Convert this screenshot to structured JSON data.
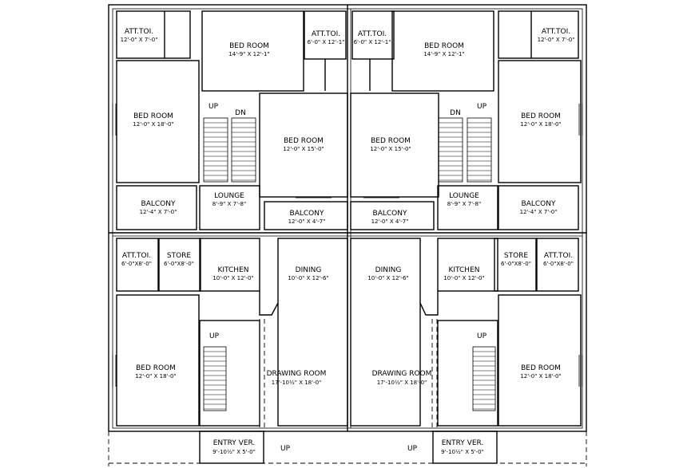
{
  "plan": {
    "rooms": [
      {
        "id": "r1",
        "name": "ATT.TOI.",
        "dim": "12'-0\" X 7'-0\""
      },
      {
        "id": "r2",
        "name": "BED ROOM",
        "dim": "14'-9\" X 12'-1\""
      },
      {
        "id": "r3",
        "name": "ATT.TOI.",
        "dim": "6'-0\" X 12'-1\""
      },
      {
        "id": "r4",
        "name": "ATT.TOI.",
        "dim": "6'-0\" X 12'-1\""
      },
      {
        "id": "r5",
        "name": "BED ROOM",
        "dim": "14'-9\" X 12'-1\""
      },
      {
        "id": "r6",
        "name": "ATT.TOI.",
        "dim": "12'-0\" X 7'-0\""
      },
      {
        "id": "r7",
        "name": "BED ROOM",
        "dim": "12'-0\" X 18'-0\""
      },
      {
        "id": "r8",
        "name": "BED ROOM",
        "dim": "12'-0\" X 15'-0\""
      },
      {
        "id": "r9",
        "name": "BED ROOM",
        "dim": "12'-0\" X 15'-0\""
      },
      {
        "id": "r10",
        "name": "BED ROOM",
        "dim": "12'-0\" X 18'-0\""
      },
      {
        "id": "r11",
        "name": "BALCONY",
        "dim": "12'-4\" X 7'-0\""
      },
      {
        "id": "r12",
        "name": "LOUNGE",
        "dim": "8'-9\" X 7'-8\""
      },
      {
        "id": "r13",
        "name": "BALCONY",
        "dim": "12'-0\" X 4'-7\""
      },
      {
        "id": "r14",
        "name": "BALCONY",
        "dim": "12'-0\" X 4'-7\""
      },
      {
        "id": "r15",
        "name": "LOUNGE",
        "dim": "8'-9\" X 7'-8\""
      },
      {
        "id": "r16",
        "name": "BALCONY",
        "dim": "12'-4\" X 7'-0\""
      },
      {
        "id": "r17",
        "name": "ATT.TOI.",
        "dim": "6'-0\"X8'-0\""
      },
      {
        "id": "r18",
        "name": "STORE",
        "dim": "6'-0\"X8'-0\""
      },
      {
        "id": "r19",
        "name": "KITCHEN",
        "dim": "10'-0\" X 12'-0\""
      },
      {
        "id": "r20",
        "name": "DINING",
        "dim": "10'-0\" X 12'-6\""
      },
      {
        "id": "r21",
        "name": "DINING",
        "dim": "10'-0\" X 12'-6\""
      },
      {
        "id": "r22",
        "name": "KITCHEN",
        "dim": "10'-0\" X 12'-0\""
      },
      {
        "id": "r23",
        "name": "STORE",
        "dim": "6'-0\"X8'-0\""
      },
      {
        "id": "r24",
        "name": "ATT.TOI.",
        "dim": "6'-0\"X8'-0\""
      },
      {
        "id": "r25",
        "name": "BED ROOM",
        "dim": "12'-0\" X 18'-0\""
      },
      {
        "id": "r26",
        "name": "DRAWING ROOM",
        "dim": "17'-10½\" X 18'-0\""
      },
      {
        "id": "r27",
        "name": "DRAWING ROOM",
        "dim": "17'-10½\" X 18'-0\""
      },
      {
        "id": "r28",
        "name": "BED ROOM",
        "dim": "12'-0\" X 18'-0\""
      },
      {
        "id": "r29",
        "name": "ENTRY VER.",
        "dim": "9'-10½\" X 5'-0\""
      },
      {
        "id": "r30",
        "name": "ENTRY VER.",
        "dim": "9'-10½\" X 5'-0\""
      }
    ],
    "stair_labels": [
      "UP",
      "DN",
      "DN",
      "UP",
      "UP",
      "UP",
      "UP",
      "UP"
    ]
  }
}
